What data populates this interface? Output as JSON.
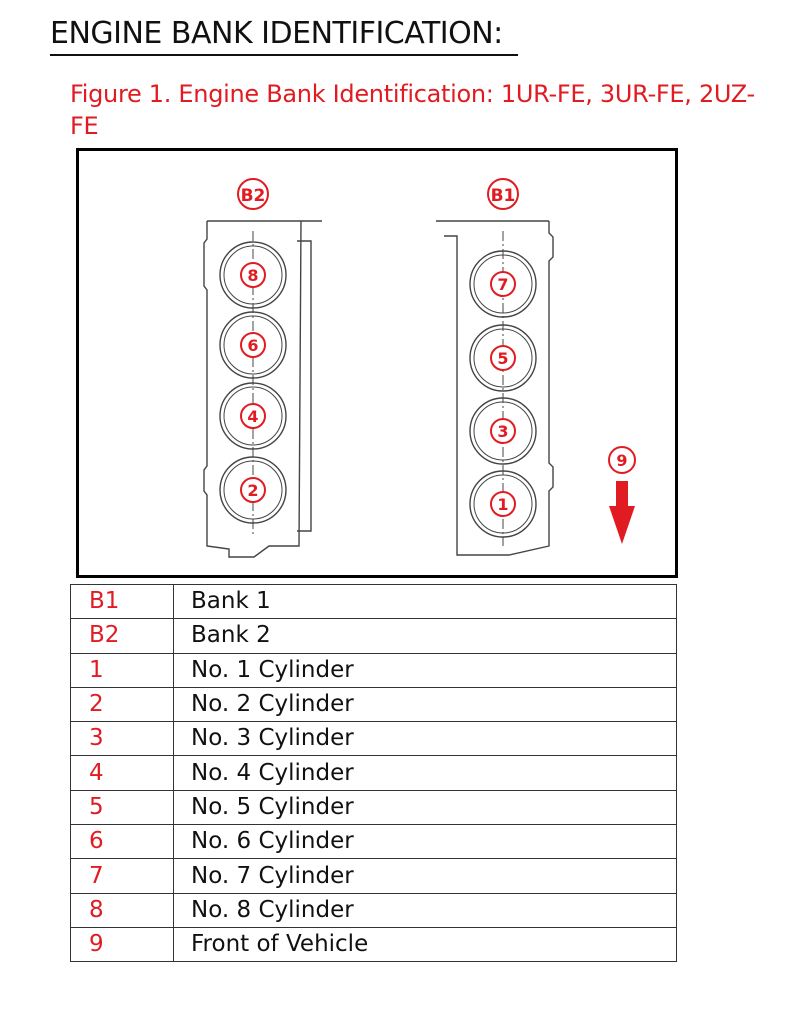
{
  "heading": "ENGINE BANK IDENTIFICATION:",
  "caption": "Figure 1. Engine Bank Identification: 1UR-FE, 3UR-FE, 2UZ-FE",
  "diagram": {
    "bank_labels": {
      "left": "B2",
      "right": "B1"
    },
    "left_bank_cylinders": [
      "8",
      "6",
      "4",
      "2"
    ],
    "right_bank_cylinders": [
      "7",
      "5",
      "3",
      "1"
    ],
    "front_marker": "9",
    "colors": {
      "accent": "#e11b22",
      "line": "#444444"
    }
  },
  "legend": [
    {
      "code": "B1",
      "description": "Bank 1"
    },
    {
      "code": "B2",
      "description": "Bank 2"
    },
    {
      "code": "1",
      "description": "No. 1 Cylinder"
    },
    {
      "code": "2",
      "description": "No. 2 Cylinder"
    },
    {
      "code": "3",
      "description": "No. 3 Cylinder"
    },
    {
      "code": "4",
      "description": "No. 4 Cylinder"
    },
    {
      "code": "5",
      "description": "No. 5 Cylinder"
    },
    {
      "code": "6",
      "description": "No. 6 Cylinder"
    },
    {
      "code": "7",
      "description": "No. 7 Cylinder"
    },
    {
      "code": "8",
      "description": "No. 8 Cylinder"
    },
    {
      "code": "9",
      "description": "Front of Vehicle"
    }
  ]
}
